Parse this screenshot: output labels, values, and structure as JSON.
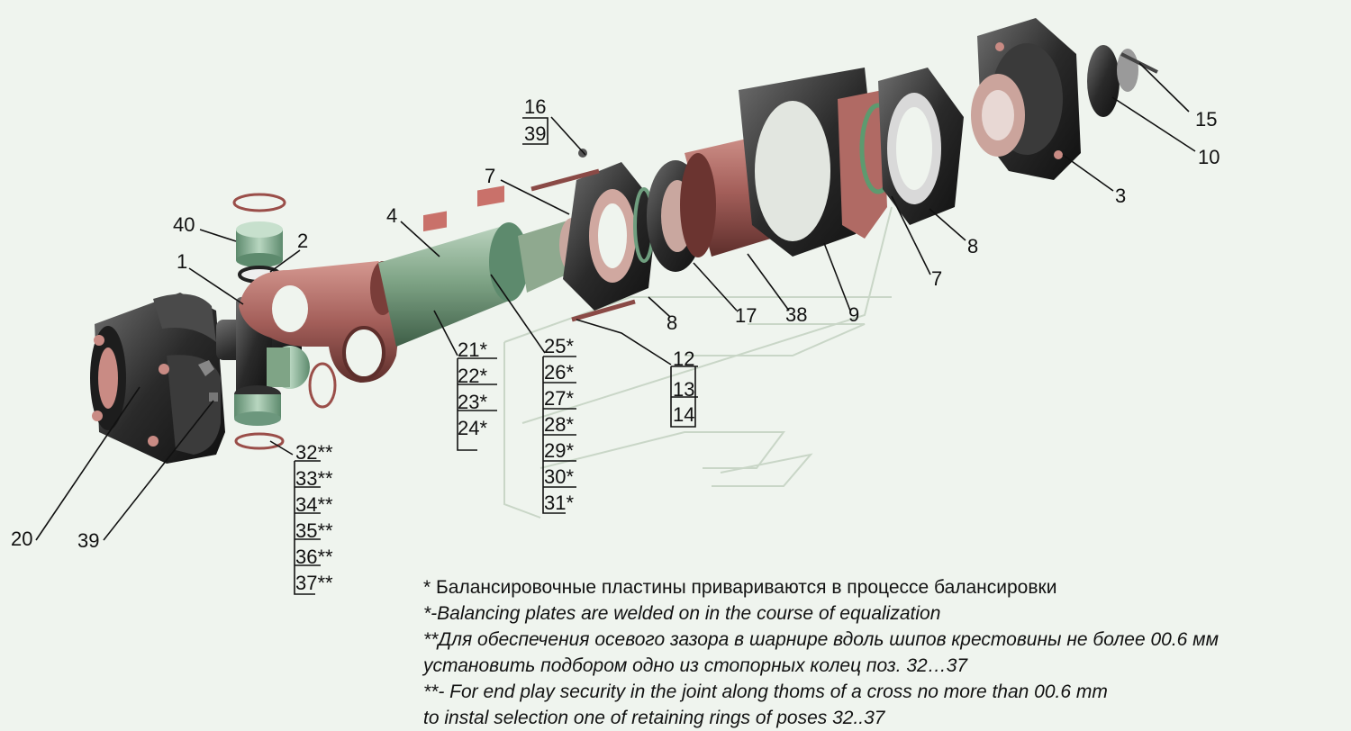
{
  "callouts": {
    "c1": "1",
    "c2": "2",
    "c3": "3",
    "c4": "4",
    "c7a": "7",
    "c7b": "7",
    "c8a": "8",
    "c8b": "8",
    "c9": "9",
    "c10": "10",
    "c15": "15",
    "c16": "16",
    "c39a": "39",
    "c39b": "39",
    "c17": "17",
    "c38": "38",
    "c20": "20",
    "c40": "40"
  },
  "group_a": [
    "21*",
    "22*",
    "23*",
    "24*"
  ],
  "group_b": [
    "25*",
    "26*",
    "27*",
    "28*",
    "29*",
    "30*",
    "31*"
  ],
  "group_c": [
    "12",
    "13",
    "14"
  ],
  "group_d": [
    "32**",
    "33**",
    "34**",
    "35**",
    "36**",
    "37**"
  ],
  "notes": {
    "n1": "* Балансировочные пластины привариваются в процессе балансировки",
    "n2": "*-Balancing plates are welded on in the course of equalization",
    "n3": "**Для обеспечения осевого зазора в шарнире вдоль шипов крестовины не более 00.6 мм",
    "n4": "установить подбором одно из стопорных колец поз. 32…37",
    "n5": "**-  For end play security in the joint along thoms of a cross no more than 00.6 mm",
    "n6": "to instal selection one of retaining rings of poses 32..37"
  },
  "colors": {
    "background": "#eff4ee",
    "shaft_green": "#7fa486",
    "part_brown": "#a45f5a",
    "cup_green": "#8ab49a",
    "dark_part": "#2a2a2a",
    "balance_plate": "#c9716a"
  }
}
